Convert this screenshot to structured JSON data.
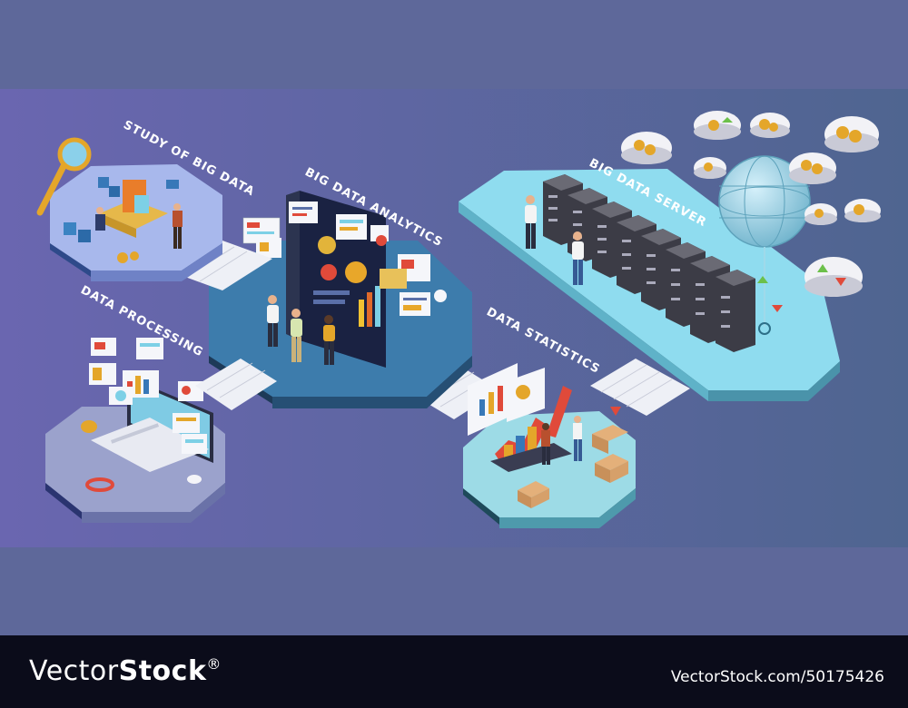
{
  "labels": {
    "study": "STUDY OF BIG DATA",
    "analytics": "BIG DATA ANALYTICS",
    "server": "BIG DATA SERVER",
    "processing": "DATA PROCESSING",
    "statistics": "DATA STATISTICS"
  },
  "watermark": {
    "brand_regular": "Vector",
    "brand_bold": "Stock",
    "registered": "®",
    "url": "VectorStock.com/50175426"
  },
  "colors": {
    "background": "#5e689a",
    "band": "#5c6aa8",
    "footer": "#0b0c1a"
  }
}
